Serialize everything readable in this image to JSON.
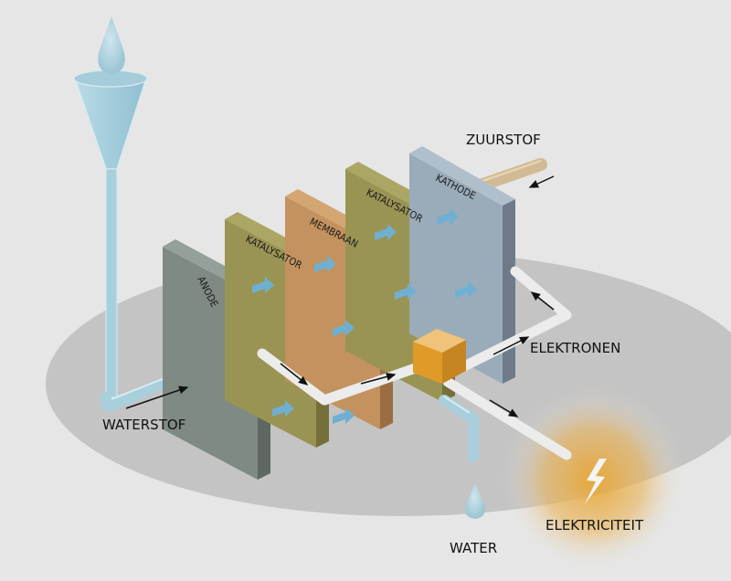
{
  "diagram": {
    "title": "Brandstofcel",
    "plates": [
      {
        "id": "anode",
        "label": "ANODE",
        "color": "#7e8a82"
      },
      {
        "id": "katalysator-1",
        "label": "KATALYSATOR",
        "color": "#9a9454"
      },
      {
        "id": "membraan",
        "label": "MEMBRAAN",
        "color": "#c4925f"
      },
      {
        "id": "katalysator-2",
        "label": "KATALYSATOR",
        "color": "#9a9454"
      },
      {
        "id": "kathode",
        "label": "KATHODE",
        "color": "#9aabba"
      }
    ],
    "labels": {
      "waterstof": "WATERSTOF",
      "zuurstof": "ZUURSTOF",
      "elektronen": "ELEKTRONEN",
      "elektriciteit": "ELEKTRICITEIT",
      "water": "WATER"
    },
    "colors": {
      "background": "#e6e6e6",
      "base_ellipse": "#c4c4c4",
      "water": "#a9cfdc",
      "electron_wire": "#ececec",
      "oxygen_pipe": "#d2bb94",
      "junction_box": "#e6a230",
      "glow": "#e9a93a",
      "ion_arrow": "#6fb0d2"
    }
  }
}
